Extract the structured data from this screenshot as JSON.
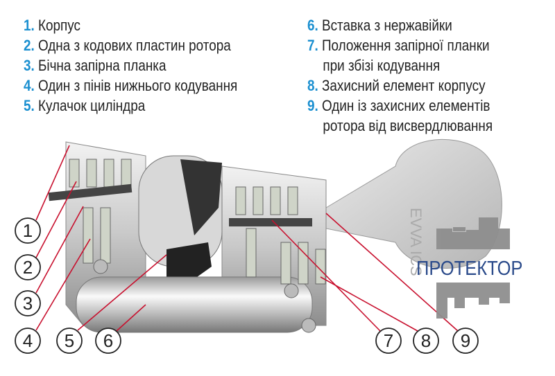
{
  "legend": {
    "left": [
      {
        "num": "1.",
        "text": "Корпус"
      },
      {
        "num": "2.",
        "text": "Одна з кодових пластин ротора"
      },
      {
        "num": "3.",
        "text": "Бічна запірна планка"
      },
      {
        "num": "4.",
        "text": "Один з пінів нижнього кодування"
      },
      {
        "num": "5.",
        "text": "Кулачок циліндра"
      }
    ],
    "right": [
      {
        "num": "6.",
        "text": "Вставка з нержавійки"
      },
      {
        "num": "7.",
        "text": "Положення запірної планки",
        "cont": "при збізі кодування"
      },
      {
        "num": "8.",
        "text": "Захисний елемент корпусу"
      },
      {
        "num": "9.",
        "text": "Один із захисних елементів",
        "cont": "ротора від висвердлювання"
      }
    ]
  },
  "callouts": [
    "1",
    "2",
    "3",
    "4",
    "5",
    "6",
    "7",
    "8",
    "9"
  ],
  "key_brand": "EVVA ICS",
  "watermark": "ПРОТЕКТОР",
  "colors": {
    "number": "#1a8fd0",
    "leader": "#c8102e",
    "watermark": "#2a4a8a"
  }
}
